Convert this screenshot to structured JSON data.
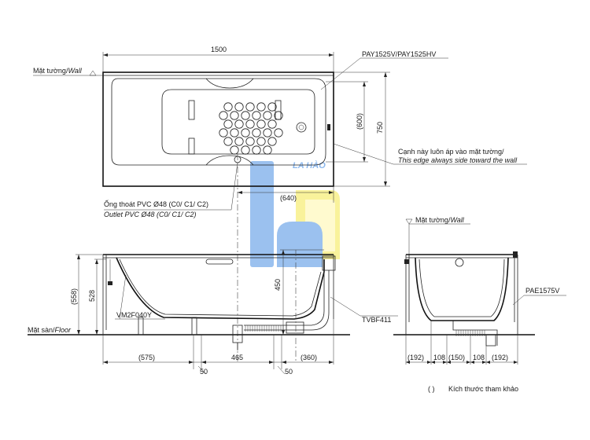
{
  "labels": {
    "wall_top": "Mặt tường/",
    "wall_top_en": "Wall",
    "wall_side": "Mặt tường/",
    "wall_side_en": "Wall",
    "floor": "Mặt sàn/",
    "floor_en": "Floor",
    "model_top": "PAY1525V/PAY1525HV",
    "edge_vi": "Cạnh này luôn áp vào mặt tường/",
    "edge_en": "This edge always side toward the wall",
    "outlet_vi": "Ống thoát PVC Ø48 (C0/ C1/ C2)",
    "outlet_en": "Outlet PVC Ø48 (C0/ C1/ C2)",
    "part_vm": "VM2F040Y",
    "part_tvbf": "TVBF411",
    "part_pae": "PAE1575V",
    "note_paren": "(     )",
    "note_text": "Kích thước tham khảo",
    "watermark": "LA HÀO"
  },
  "dims": {
    "top_width": "1500",
    "top_depth": "750",
    "inner_depth": "(600)",
    "drain_offset": "(640)",
    "side_total": "(558)",
    "side_528": "528",
    "side_450": "450",
    "bottom_575": "(575)",
    "bottom_50a": "50",
    "bottom_465": "465",
    "bottom_50b": "50",
    "bottom_360": "(360)",
    "end_192a": "(192)",
    "end_108a": "108",
    "end_150": "(150)",
    "end_108b": "108",
    "end_192b": "(192)"
  },
  "colors": {
    "line": "#222222",
    "watermark_blue": "#2f7fe0",
    "watermark_yellow": "#f5e600"
  }
}
